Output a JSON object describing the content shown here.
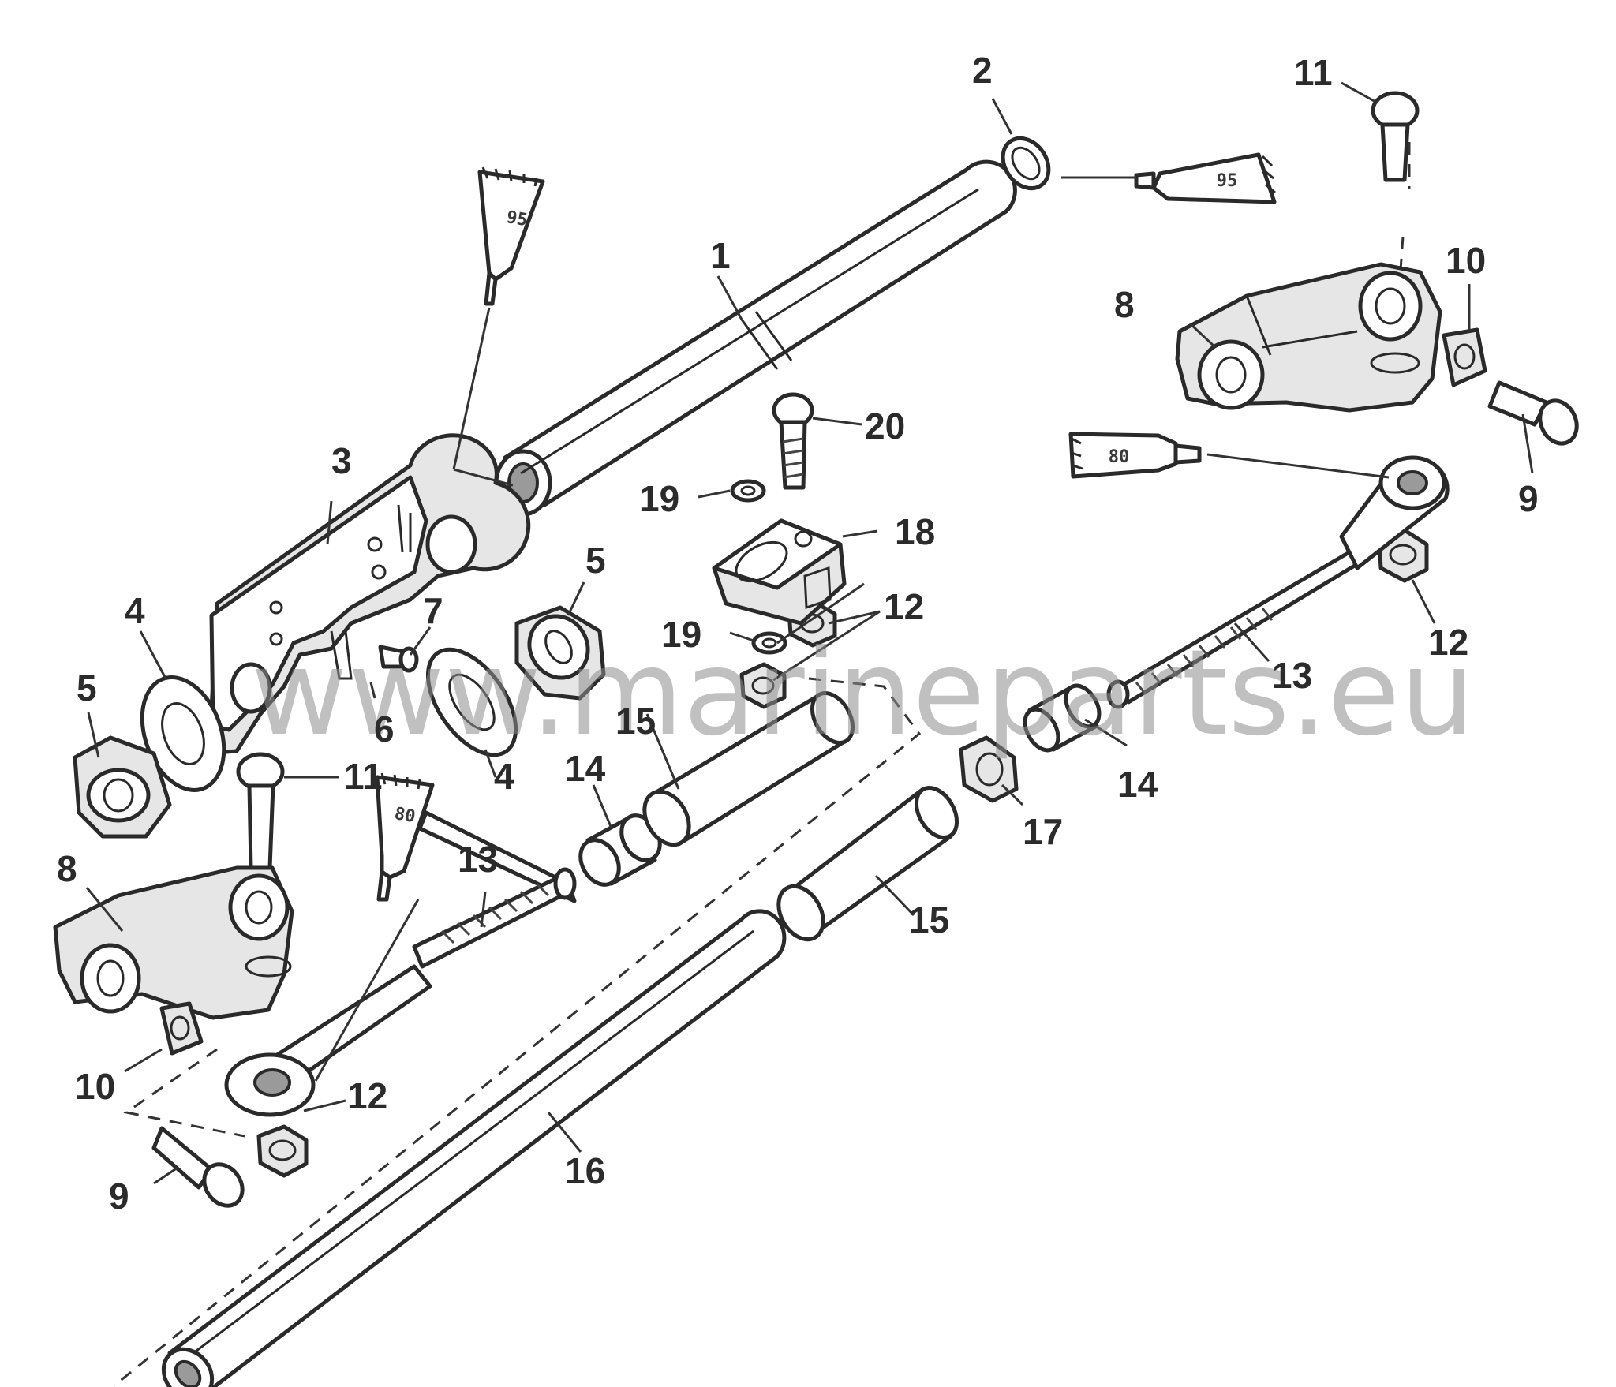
{
  "diagram": {
    "callouts": {
      "c1": "1",
      "c2": "2",
      "c3": "3",
      "c4a": "4",
      "c4b": "4",
      "c5a": "5",
      "c5b": "5",
      "c6": "6",
      "c7": "7",
      "c8a": "8",
      "c8b": "8",
      "c9a": "9",
      "c9b": "9",
      "c10a": "10",
      "c10b": "10",
      "c11a": "11",
      "c11b": "11",
      "c12a": "12",
      "c12b": "12",
      "c12c": "12",
      "c13a": "13",
      "c13b": "13",
      "c14a": "14",
      "c14b": "14",
      "c15a": "15",
      "c15b": "15",
      "c16": "16",
      "c17": "17",
      "c18": "18",
      "c19a": "19",
      "c19b": "19",
      "c20": "20"
    },
    "tubes": {
      "t95a": "95",
      "t95b": "95",
      "t80a": "80",
      "t80b": "80"
    },
    "watermark": "www.marineparts.eu"
  }
}
